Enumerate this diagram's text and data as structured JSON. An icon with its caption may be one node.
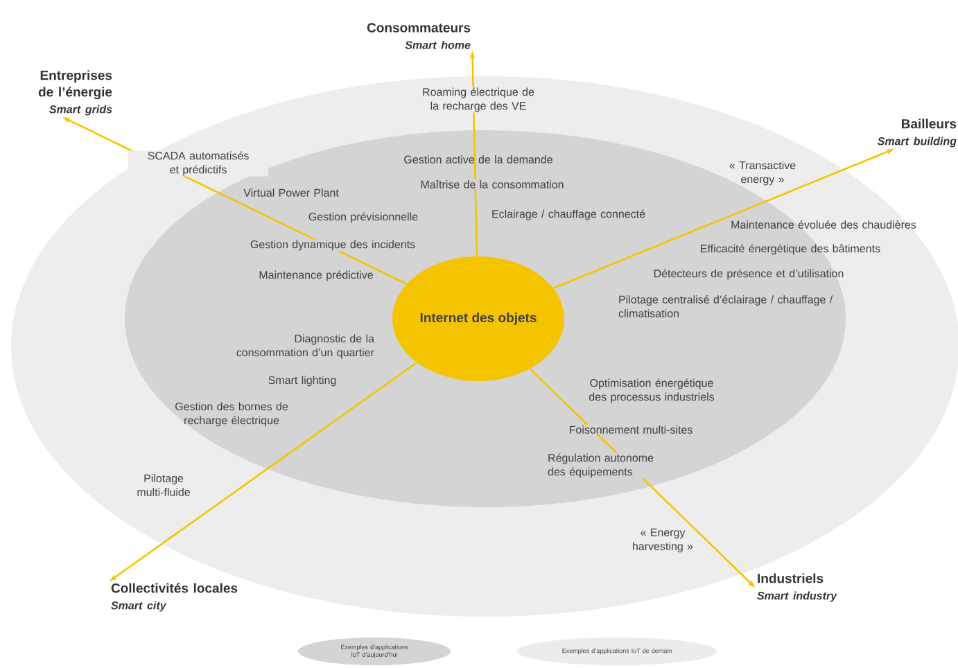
{
  "diagram": {
    "nodes": [
      {
        "text": [
          "Internet des objets"
        ]
      },
      {
        "text": [
          "Consommateurs",
          "Smart home"
        ]
      },
      {
        "text": [
          "Entreprises de l’énergie",
          "Smart grids"
        ]
      },
      {
        "text": [
          "Bailleurs",
          "Smart building"
        ]
      },
      {
        "text": [
          "Collectivités locales",
          "Smart city"
        ]
      },
      {
        "text": [
          "Industriels",
          "Smart industry"
        ]
      }
    ],
    "edges": [
      {
        "from": 0,
        "to": 1,
        "arrow": "to"
      },
      {
        "from": 0,
        "to": 2,
        "arrow": "to"
      },
      {
        "from": 0,
        "to": 3,
        "arrow": "to"
      },
      {
        "from": 0,
        "to": 4,
        "arrow": "to"
      },
      {
        "from": 0,
        "to": 5,
        "arrow": "to"
      }
    ],
    "labels": [
      "Roaming électrique de la recharge des VE",
      "SCADA automatisés et prédictifs",
      "Gestion active de la demande",
      "« Transactive energy »",
      "Maîtrise de la consommation",
      "Virtual Power Plant",
      "Gestion prévisionnelle",
      "Eclairage / chauffage connecté",
      "Maintenance évoluée des chaudières",
      "Efficacité énergétique des bâtiments",
      "Gestion dynamique des incidents",
      "Détecteurs de présence et d’utilisation",
      "Maintenance prédictive",
      "Pilotage centralisé d’éclairage / chauffage / climatisation",
      "Diagnostic de la consommation d’un quartier",
      "Smart lighting",
      "Optimisation énergétique des processus industriels",
      "Gestion des bornes de recharge électrique",
      "Foisonnement multi-sites",
      "Régulation autonome des équipements",
      "Pilotage multi-fluide",
      "« Energy harvesting »"
    ],
    "legend": [
      {
        "text": "Exemples d’applications IoT d’aujourd’hui",
        "color": "#d4d4d4"
      },
      {
        "text": "Exemples d’applications IoT de demain",
        "color": "#ececec"
      }
    ]
  }
}
